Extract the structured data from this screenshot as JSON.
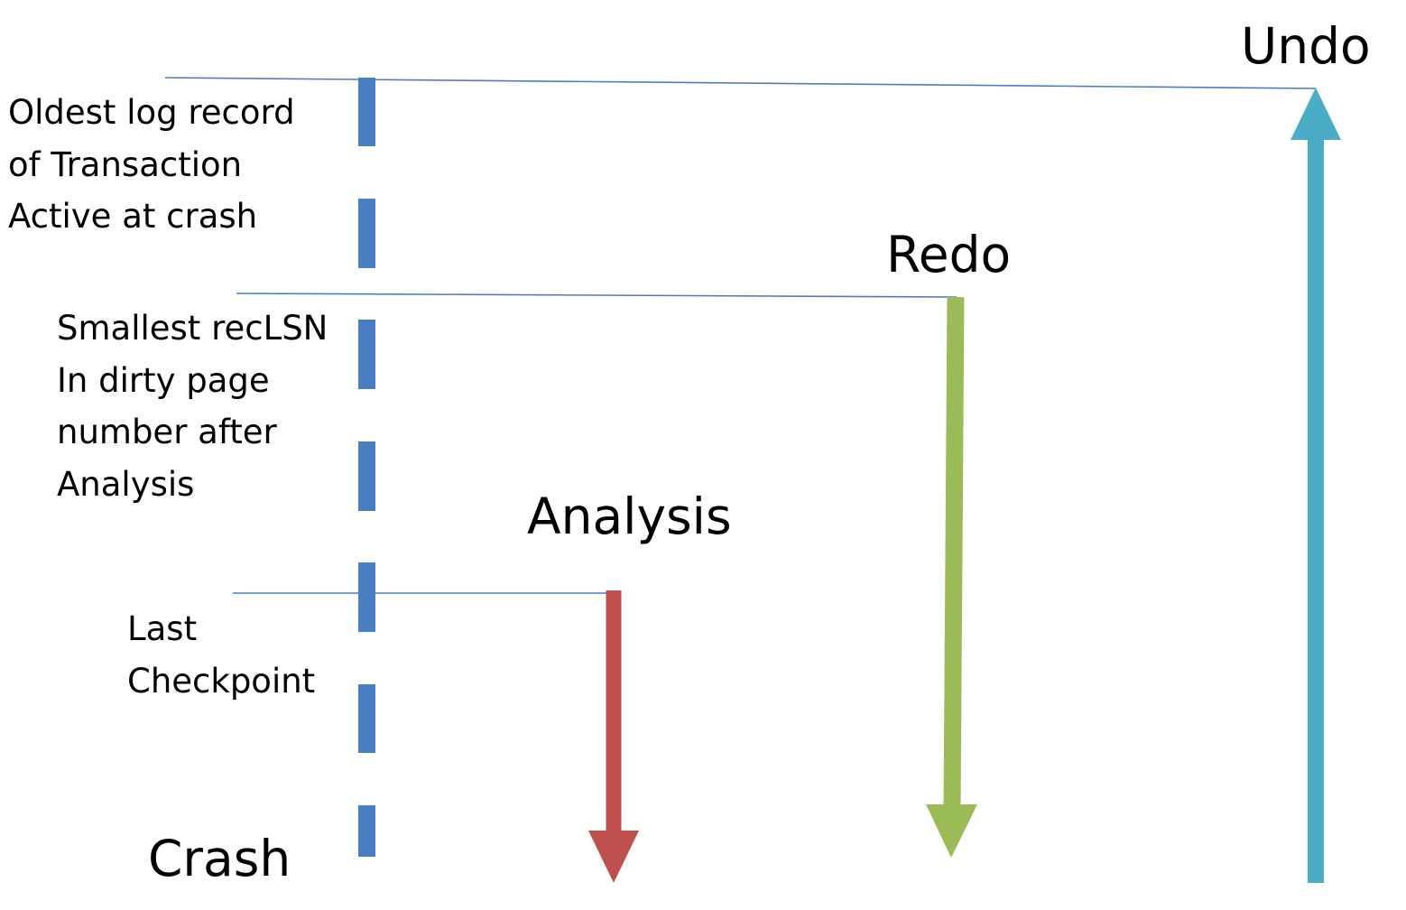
{
  "labels": {
    "oldest": [
      "Oldest log record",
      "of Transaction",
      "Active at crash"
    ],
    "smallest": [
      "Smallest recLSN",
      "In dirty page",
      "number after",
      "Analysis"
    ],
    "checkpoint": [
      "Last",
      "Checkpoint"
    ],
    "crash": "Crash"
  },
  "phases": {
    "analysis": "Analysis",
    "redo": "Redo",
    "undo": "Undo"
  },
  "colors": {
    "log_line": "#4a7ec2",
    "analysis": "#c0504d",
    "redo": "#9bbb59",
    "undo": "#4bacc6",
    "text": "#000000"
  }
}
